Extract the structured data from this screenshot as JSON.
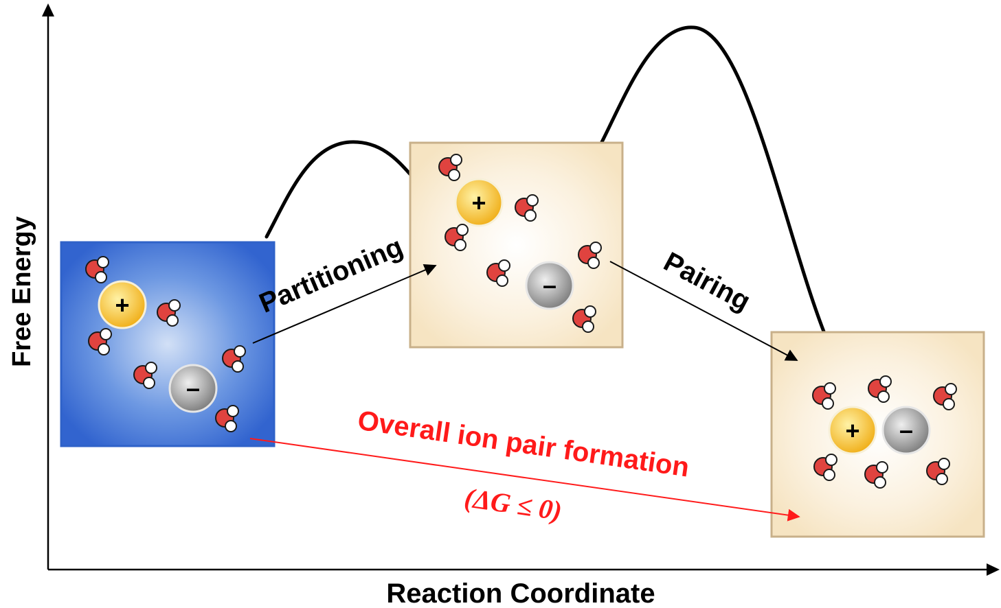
{
  "axes": {
    "x_label": "Reaction Coordinate",
    "y_label": "Free Energy"
  },
  "steps": {
    "partitioning": "Partitioning",
    "pairing": "Pairing",
    "overall": "Overall ion pair formation",
    "delta_g": "(ΔG ≤ 0)"
  },
  "ions": {
    "cation_symbol": "+",
    "anion_symbol": "–"
  },
  "colors": {
    "bulk_box": "#3b6fd4",
    "interface_box": "#f6e8cc",
    "box_border": "#c8b08a",
    "cation": "#f2b824",
    "anion": "#8a8a8a",
    "oxygen": "#e0433f",
    "highlight": "#ff1a1a"
  }
}
